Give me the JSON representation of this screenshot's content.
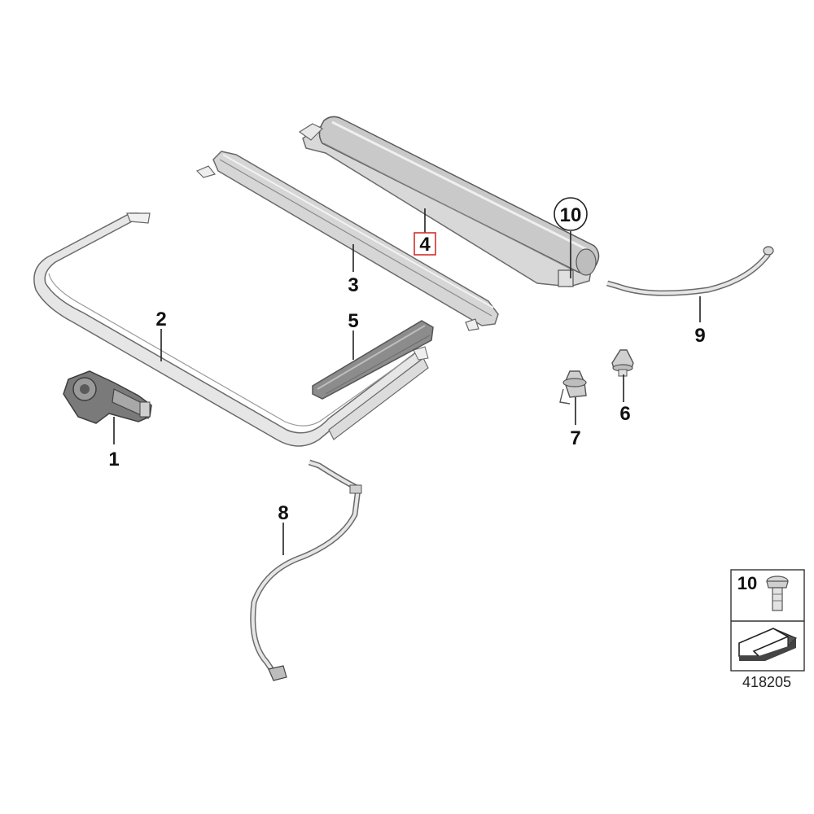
{
  "labels": {
    "l1": "1",
    "l2": "2",
    "l3": "3",
    "l4": "4",
    "l5": "5",
    "l6": "6",
    "l7": "7",
    "l8": "8",
    "l9": "9",
    "l10": "10"
  },
  "legend_box": {
    "part_number": "10"
  },
  "diagram_number": "418205",
  "colors": {
    "highlight_box": "#d32f2f",
    "part_fill": "#e6e6e6",
    "part_stroke": "#6a6a6a",
    "roller_fill": "#c9c9c9"
  },
  "icons": [
    "gear-motor-icon",
    "screw-icon",
    "arrow-icon"
  ]
}
